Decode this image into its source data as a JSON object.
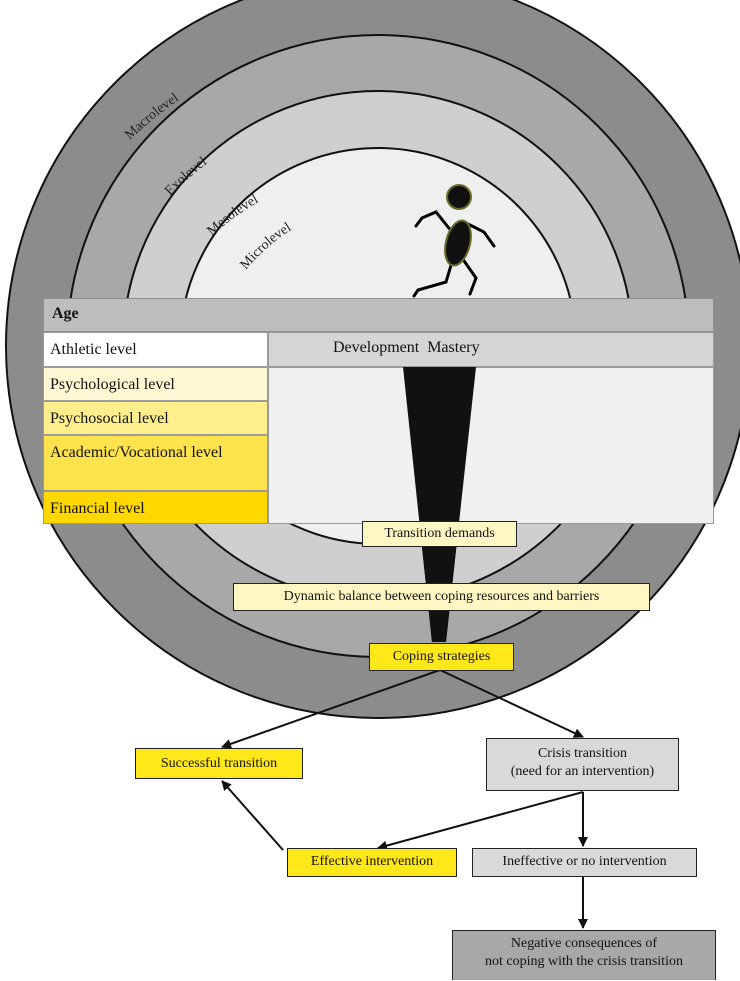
{
  "rings": {
    "macro": "Macrolevel",
    "exo": "Exolevel",
    "meso": "Mesolevel",
    "micro": "Microlevel"
  },
  "table": {
    "age": "Age",
    "levels": [
      {
        "label": "Athletic level",
        "color": "#ffffff"
      },
      {
        "label": "Psychological level",
        "color": "#fff8d2"
      },
      {
        "label": "Psychosocial level",
        "color": "#ffee8c"
      },
      {
        "label": "Academic/Vocational level",
        "color": "#ffe34d"
      },
      {
        "label": "Financial level",
        "color": "#ffd800"
      }
    ],
    "development_mastery": "Development Mastery"
  },
  "flow": {
    "transition_demands": "Transition demands",
    "dynamic_balance": "Dynamic balance between coping resources and barriers",
    "coping_strategies": "Coping strategies",
    "successful_transition": "Successful transition",
    "crisis_transition_line1": "Crisis transition",
    "crisis_transition_line2": "(need for an intervention)",
    "effective_intervention": "Effective intervention",
    "ineffective_intervention": "Ineffective or no intervention",
    "negative_line1": "Negative consequences of",
    "negative_line2": "not coping with the crisis transition"
  },
  "colors": {
    "ring_outer": "#8c8c8c",
    "ring_2": "#a8a8a8",
    "ring_3": "#cfcfcf",
    "ring_inner": "#efefef",
    "wedge": "#111111"
  }
}
